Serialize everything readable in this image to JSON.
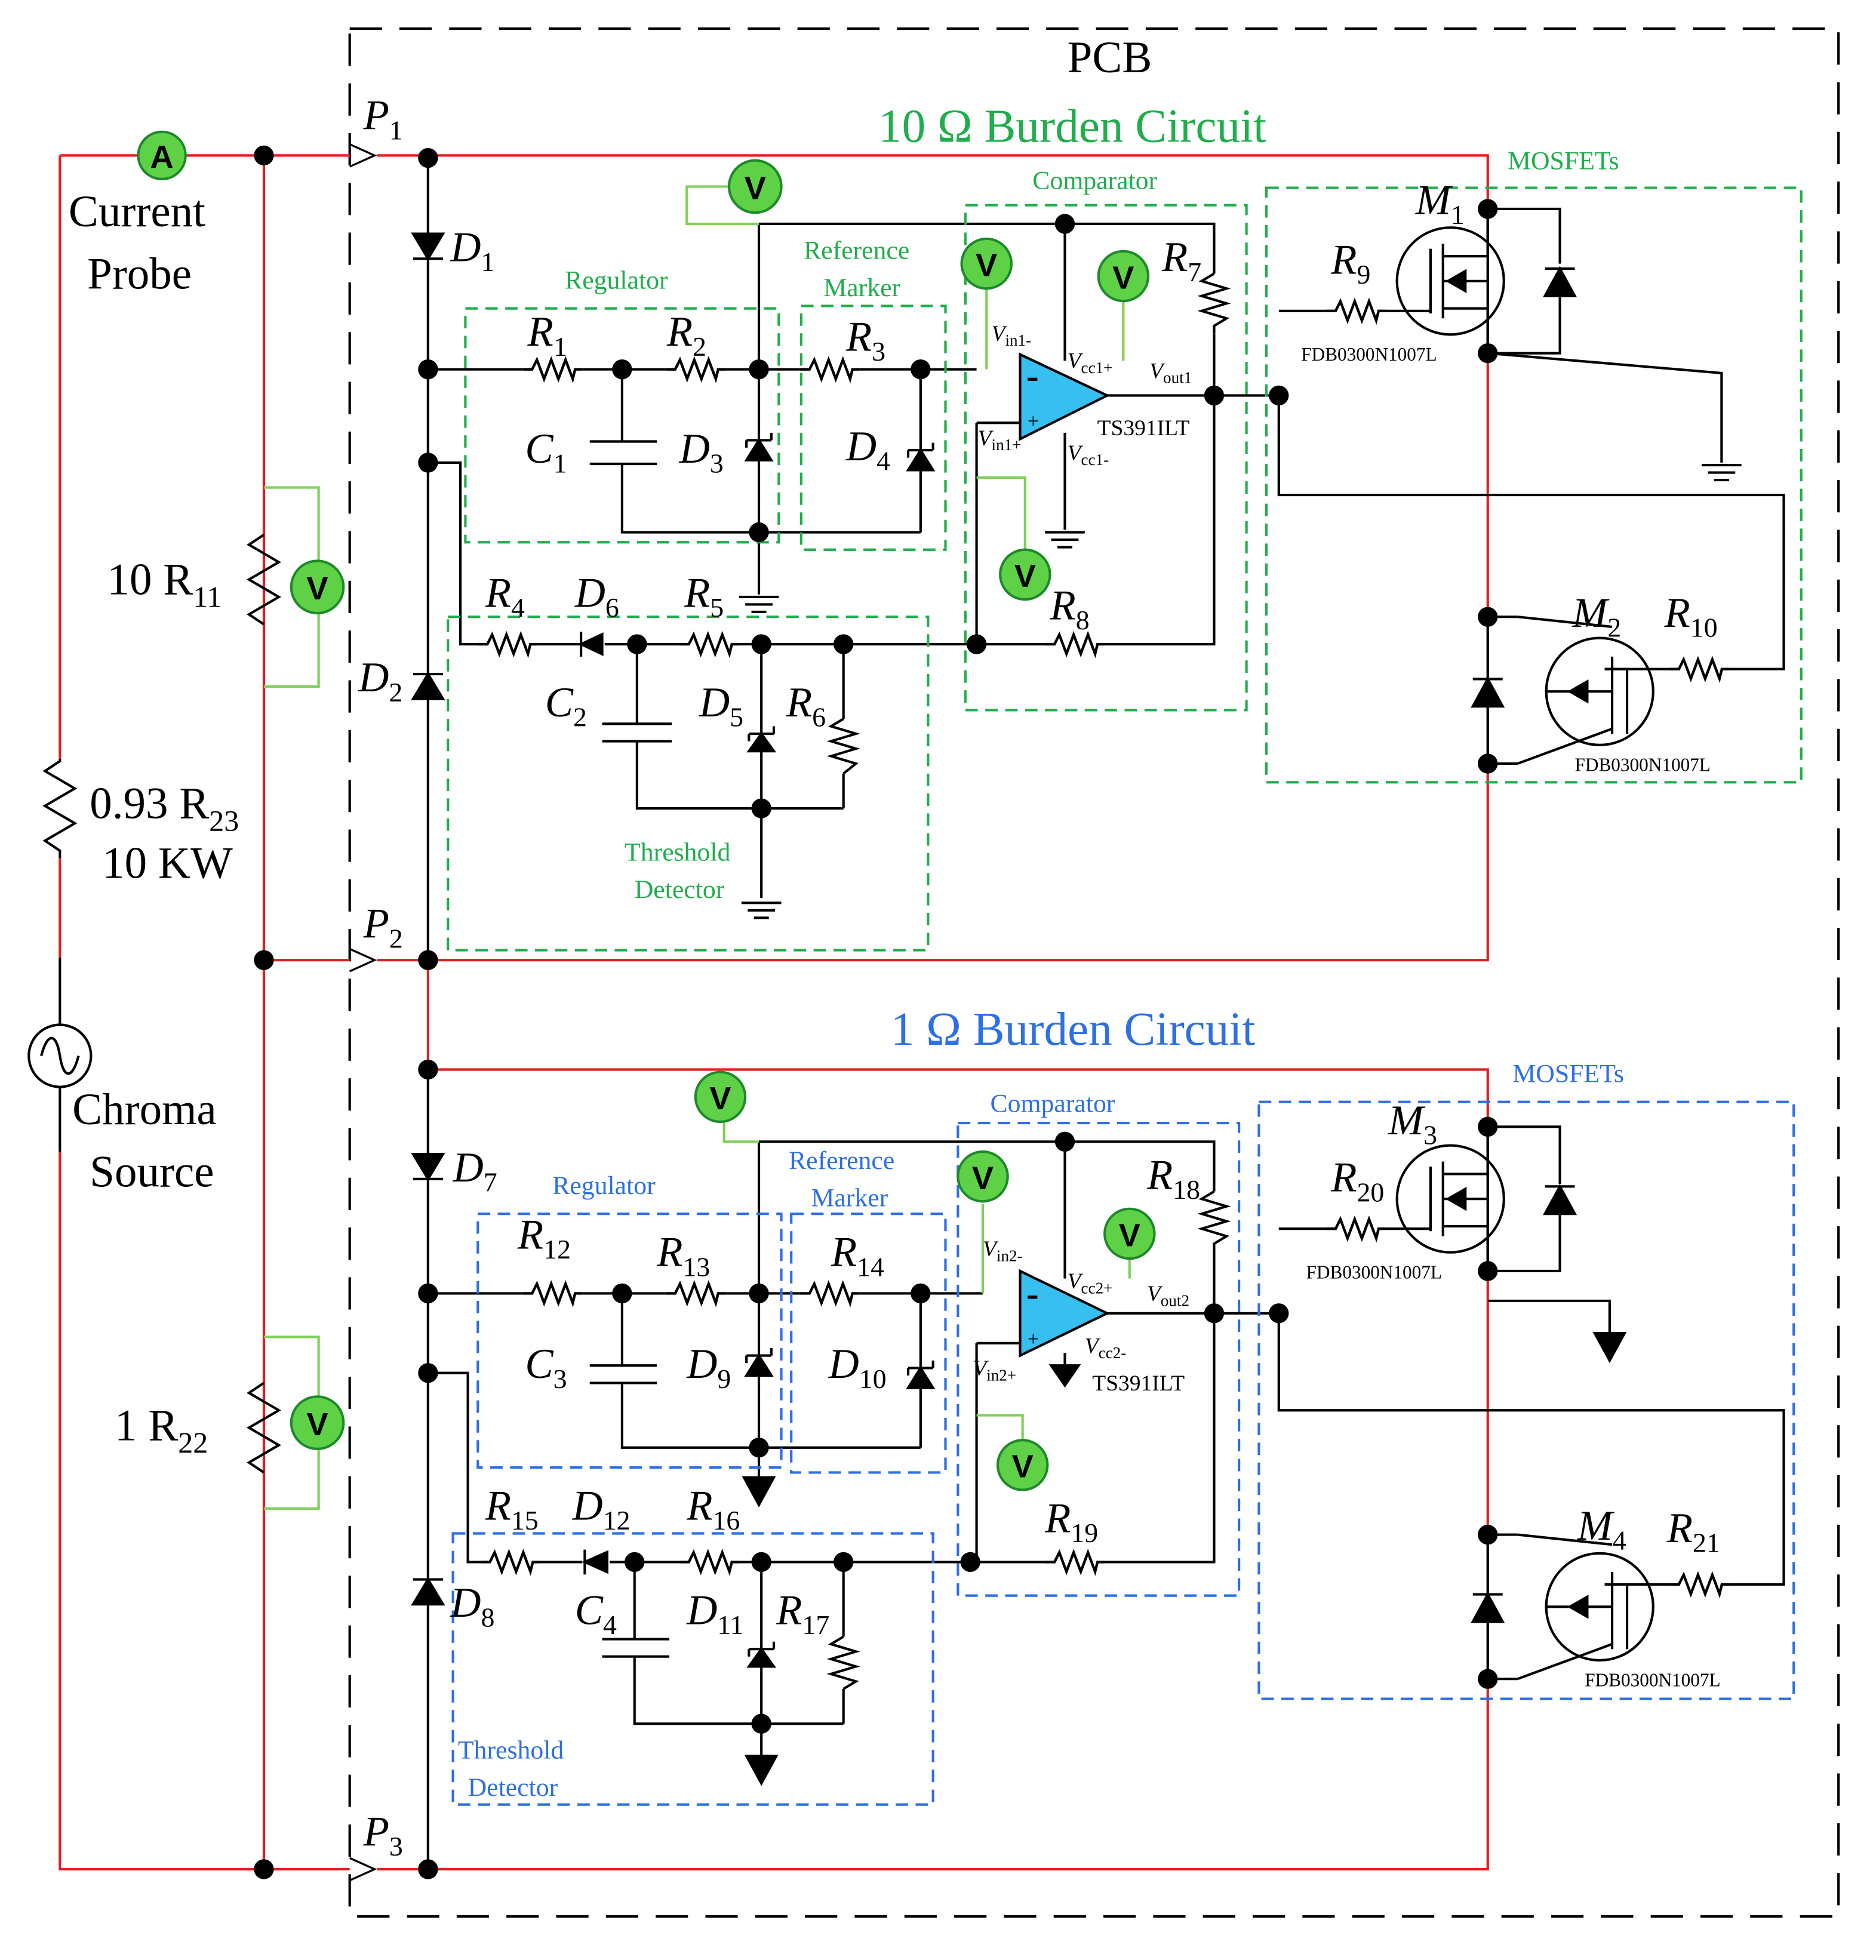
{
  "pcb_label": "PCB",
  "sections": {
    "top_title": "10 Ω Burden Circuit",
    "bottom_title": "1 Ω Burden Circuit",
    "mosfets": "MOSFETs",
    "comparator": "Comparator",
    "regulator": "Regulator",
    "reference_marker_1": "Reference",
    "reference_marker_2": "Marker",
    "threshold_1": "Threshold",
    "threshold_2": "Detector"
  },
  "left": {
    "current_probe_1": "Current",
    "current_probe_2": "Probe",
    "r11": "10 R",
    "r11_sub": "11",
    "r23": "0.93 R",
    "r23_sub": "23",
    "r23_power": "10 KW",
    "source_1": "Chroma",
    "source_2": "Source",
    "r22": "1 R",
    "r22_sub": "22"
  },
  "ports": [
    {
      "name": "P",
      "sub": "1"
    },
    {
      "name": "P",
      "sub": "2"
    },
    {
      "name": "P",
      "sub": "3"
    }
  ],
  "meters": {
    "ammeter": "A",
    "voltmeter": "V"
  },
  "top": {
    "D1": [
      "D",
      "1"
    ],
    "D2": [
      "D",
      "2"
    ],
    "D3": [
      "D",
      "3"
    ],
    "D4": [
      "D",
      "4"
    ],
    "D5": [
      "D",
      "5"
    ],
    "D6": [
      "D",
      "6"
    ],
    "R1": [
      "R",
      "1"
    ],
    "R2": [
      "R",
      "2"
    ],
    "R3": [
      "R",
      "3"
    ],
    "R4": [
      "R",
      "4"
    ],
    "R5": [
      "R",
      "5"
    ],
    "R6": [
      "R",
      "6"
    ],
    "R7": [
      "R",
      "7"
    ],
    "R8": [
      "R",
      "8"
    ],
    "R9": [
      "R",
      "9"
    ],
    "R10": [
      "R",
      "10"
    ],
    "C1": [
      "C",
      "1"
    ],
    "C2": [
      "C",
      "2"
    ],
    "M1": [
      "M",
      "1"
    ],
    "M2": [
      "M",
      "2"
    ],
    "vin_minus": [
      "V",
      "in1-"
    ],
    "vin_plus": [
      "V",
      "in1+"
    ],
    "vcc_plus": [
      "V",
      "cc1+"
    ],
    "vcc_minus": [
      "V",
      "cc1-"
    ],
    "vout": [
      "V",
      "out1"
    ],
    "opamp": "TS391ILT",
    "mosfet_part": "FDB0300N1007L"
  },
  "bottom": {
    "D7": [
      "D",
      "7"
    ],
    "D8": [
      "D",
      "8"
    ],
    "D9": [
      "D",
      "9"
    ],
    "D10": [
      "D",
      "10"
    ],
    "D11": [
      "D",
      "11"
    ],
    "D12": [
      "D",
      "12"
    ],
    "R12": [
      "R",
      "12"
    ],
    "R13": [
      "R",
      "13"
    ],
    "R14": [
      "R",
      "14"
    ],
    "R15": [
      "R",
      "15"
    ],
    "R16": [
      "R",
      "16"
    ],
    "R17": [
      "R",
      "17"
    ],
    "R18": [
      "R",
      "18"
    ],
    "R19": [
      "R",
      "19"
    ],
    "R20": [
      "R",
      "20"
    ],
    "R21": [
      "R",
      "21"
    ],
    "C3": [
      "C",
      "3"
    ],
    "C4": [
      "C",
      "4"
    ],
    "M3": [
      "M",
      "3"
    ],
    "M4": [
      "M",
      "4"
    ],
    "vin_minus": [
      "V",
      "in2-"
    ],
    "vin_plus": [
      "V",
      "in2+"
    ],
    "vcc_plus": [
      "V",
      "cc2+"
    ],
    "vcc_minus": [
      "V",
      "cc2-"
    ],
    "vout": [
      "V",
      "out2"
    ],
    "opamp": "TS391ILT",
    "mosfet_part": "FDB0300N1007L"
  }
}
